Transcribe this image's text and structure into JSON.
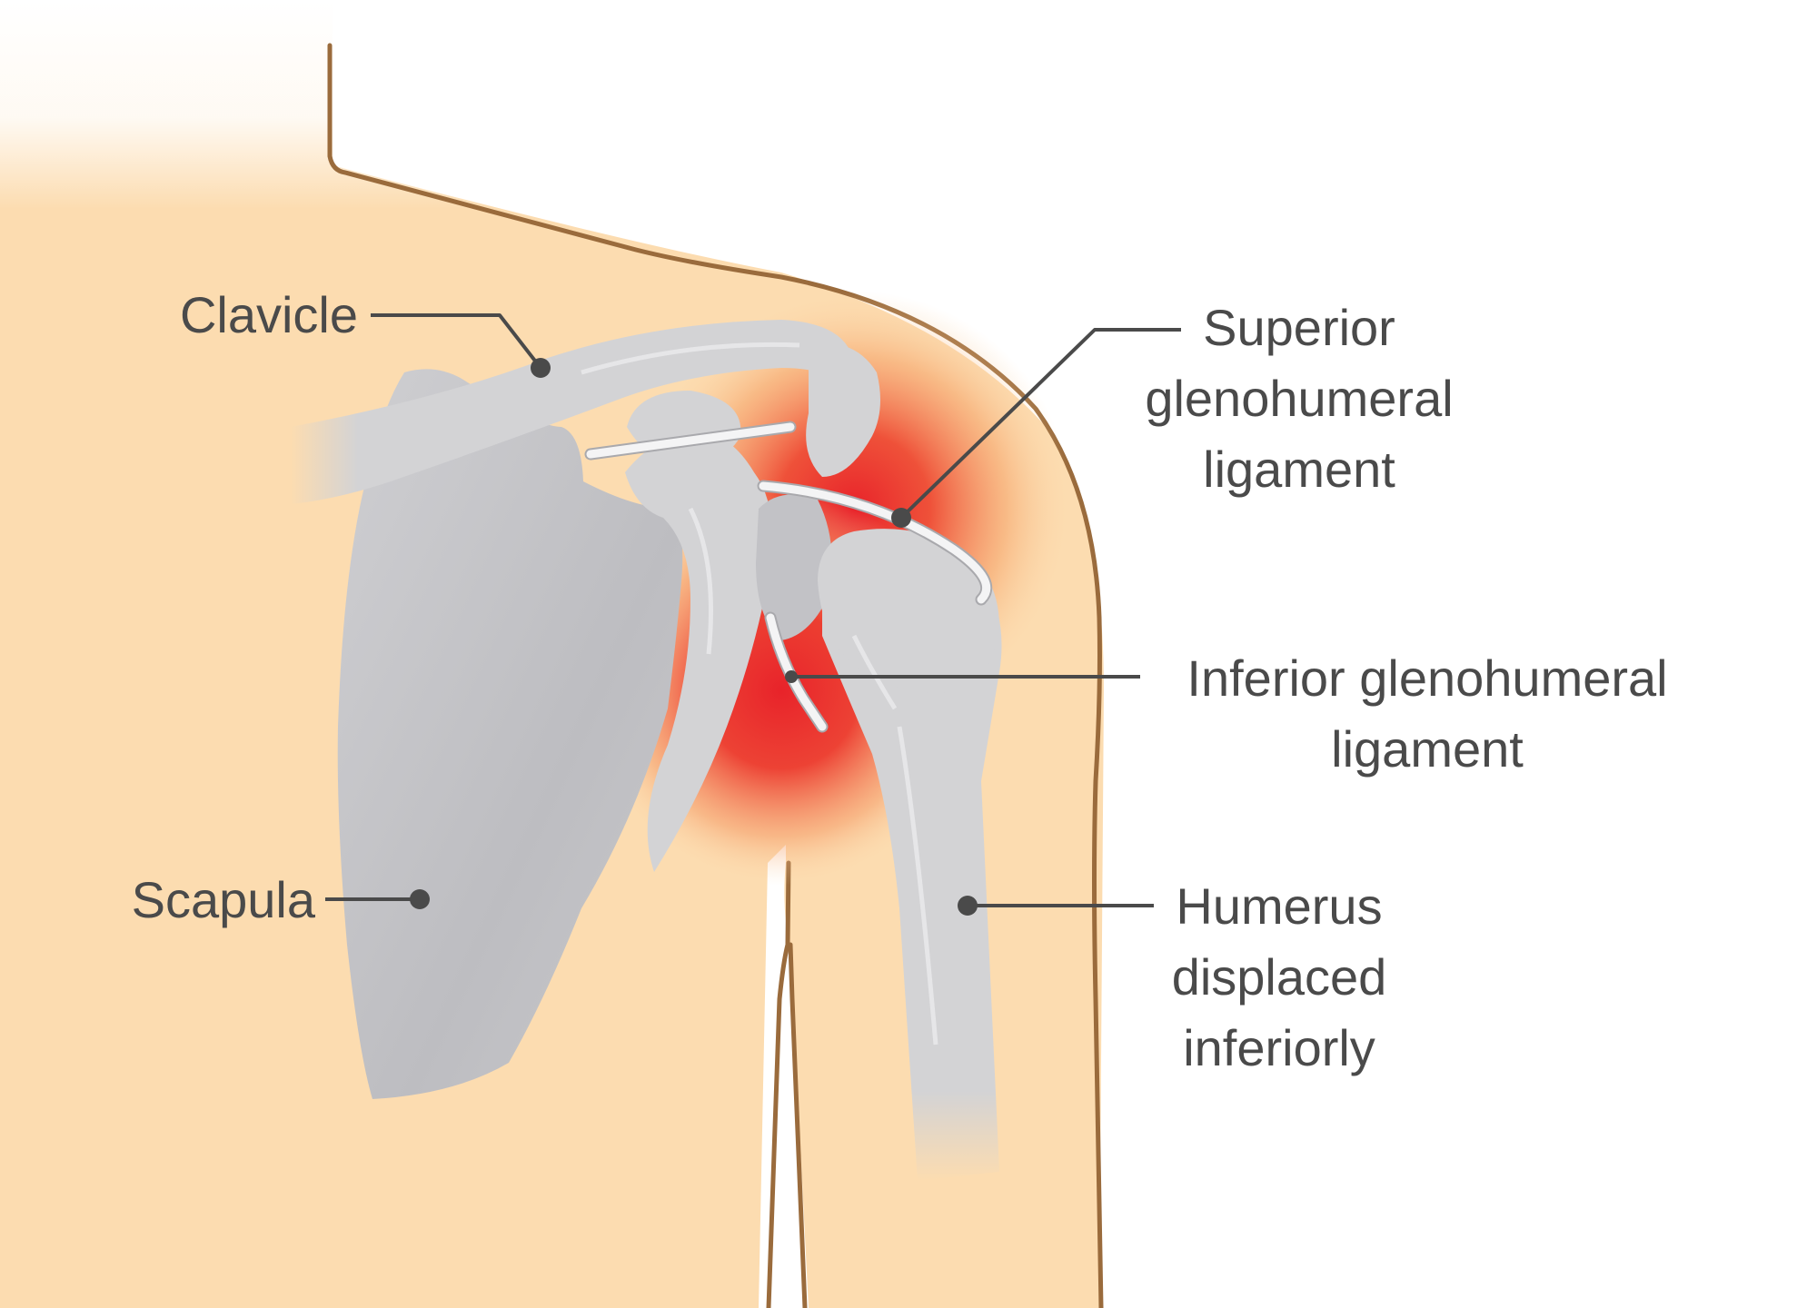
{
  "labels": {
    "clavicle": "Clavicle",
    "scapula": "Scapula",
    "superior_line1": "Superior",
    "superior_line2": "glenohumeral",
    "superior_line3": "ligament",
    "inferior_line1": "Inferior glenohumeral",
    "inferior_line2": "ligament",
    "humerus_line1": "Humerus",
    "humerus_line2": "displaced",
    "humerus_line3": "inferiorly"
  },
  "colors": {
    "skin": "#fcdcb0",
    "skin_outline": "#9a6b3c",
    "bone": "#d3d3d5",
    "inflammation_core": "#e8232a",
    "inflammation_glow": "#f6a46a",
    "label_text": "#4a4a4a"
  }
}
